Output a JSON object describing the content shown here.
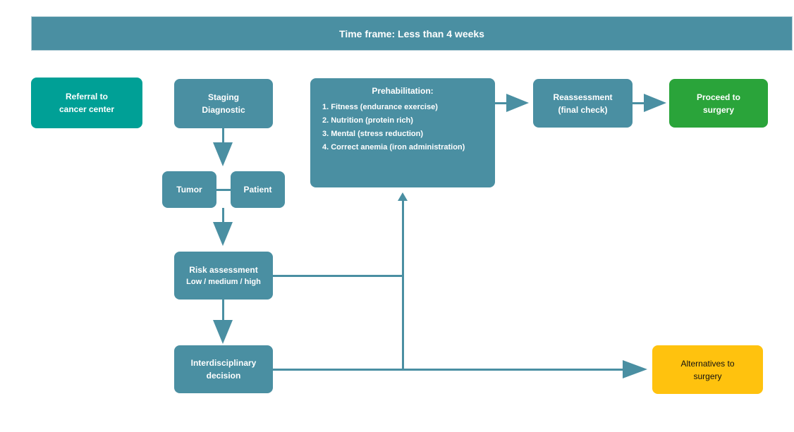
{
  "banner": {
    "label": "Time frame: Less than 4 weeks"
  },
  "colors": {
    "banner_blue": "#4A8FA2",
    "node_blue": "#4A8FA2",
    "teal": "#00A096",
    "green": "#2AA43A",
    "yellow": "#FFC20E",
    "connector": "#4A8FA2",
    "text_light": "#FFFFFF",
    "text_dark": "#111111"
  },
  "nodes": {
    "referral": {
      "line1": "Referral to",
      "line2": "cancer center"
    },
    "staging": {
      "line1": "Staging",
      "line2": "Diagnostic"
    },
    "tumor": {
      "line1": "Tumor"
    },
    "patient": {
      "line1": "Patient"
    },
    "risk": {
      "line1": "Risk assessment",
      "line2": "Low / medium / high"
    },
    "interdisciplinary": {
      "line1": "Interdisciplinary",
      "line2": "decision"
    },
    "prehabilitation": {
      "title": "Prehabilitation:",
      "item1": "1. Fitness (endurance exercise)",
      "item2": "2. Nutrition (protein rich)",
      "item3": "3. Mental (stress reduction)",
      "item4": "4. Correct anemia (iron administration)"
    },
    "reassessment": {
      "line1": "Reassessment",
      "line2": "(final check)"
    },
    "proceed": {
      "line1": "Proceed to",
      "line2": "surgery"
    },
    "alternatives": {
      "line1": "Alternatives to",
      "line2": "surgery"
    }
  },
  "edges": [
    {
      "from": "staging-diagnostic",
      "to": "tumor-patient",
      "style": "arrow-down"
    },
    {
      "from": "tumor-patient",
      "to": "risk-assessment",
      "style": "arrow-down"
    },
    {
      "from": "risk-assessment",
      "to": "interdisciplinary-decision",
      "style": "arrow-down"
    },
    {
      "from": "risk-assessment",
      "to": "prehabilitation",
      "style": "elbow-right-then-up-arrow"
    },
    {
      "from": "interdisciplinary-decision",
      "to": "prehabilitation",
      "style": "elbow-right-then-up-arrow"
    },
    {
      "from": "interdisciplinary-decision",
      "to": "alternatives-to-surgery",
      "style": "arrow-right"
    },
    {
      "from": "prehabilitation",
      "to": "reassessment",
      "style": "arrow-right"
    },
    {
      "from": "reassessment",
      "to": "proceed-to-surgery",
      "style": "arrow-right"
    },
    {
      "from": "tumor",
      "to": "patient",
      "style": "plain-link"
    }
  ]
}
